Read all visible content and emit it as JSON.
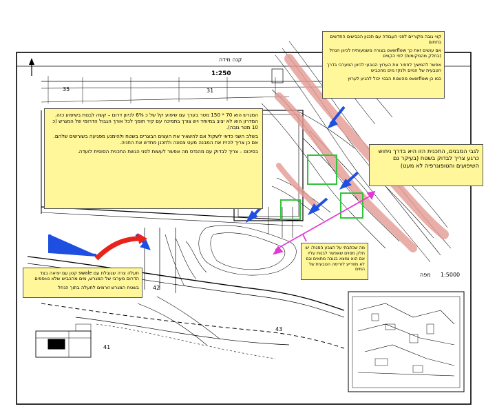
{
  "labels": {
    "title_top_right": "1:250",
    "title_top_mirrored": "קנה מידה",
    "scale_bottom": "1:5000",
    "scale_bottom_word": "מפה",
    "tag_35": "35",
    "tag_31": "31",
    "tag_42": "42",
    "tag_43": "43",
    "tag_41": "41"
  },
  "notes": {
    "top_right": [
      "קווי גובה מקוריים לפני העבודה עם תכנון הכבישים החדשים בתחום",
      "אם עושים זאת כך overflow בצורה משמעותית לכיוון הנחל (בחלק מהמקומות) לפי הקווים",
      "אפשר להמשיך לחפור את הערוץ הטבעי לכיוון המערבי בדרך הטבעית של המים ולנקז מים מהכביש",
      "כמו כן overflow מהשטח הבנוי יכול להגיע לערוץ"
    ],
    "main": [
      "המגרש הוא 70 * 150 מטר בערך עם שיפוע קל של כ 6% לכיוון דרום – קשה לבנות בשיפוע כזה. המדרון הוא לא יציב במיוחד ויש צורך בתמיכה עם קיר תומך לכל אורך הגבול הדרומי של המגרש (כ 10 מטר גובה).",
      "בשלב השני כדאי לשקול אם להשאיר את העצים הבוגרים בשטח ולהימנע מפגיעה בשורשים שלהם. אם כן צריך להזיז את המבנה מעט צפונה ולתכנן מחדש את החניה.",
      "בסיכום – צריך לבדוק עם מהנדס מה אפשר לעשות לפני הגשת התכנית הסופית לועדה."
    ],
    "right": [
      "לגבי המבנים, התכנית הזו היא בדרך ניחוש כרגע צריך לבדוק בשטח (בעיקר גם השיפועים והטופוגרפיה לא מעט)"
    ],
    "bottom_left": [
      "תעלה צרה שגובלת עם swale קטן עם יציאה בצד הדרום מערבי של המגרש, מים מהכביש שלא נאספים",
      "בשטח המגרש זורמים לתעלה בתוך הנחל"
    ],
    "bottom_center": [
      "מה שכתבתי על הצבע הסגול: יש חלק מסוים שאפשר לבנות עליו אם הוא נמצא בגובה מתאים וגם לא מפריע לזרימה הטבעית של המים"
    ]
  },
  "colors": {
    "note_fill": "#fff79a",
    "arrow_blue": "#1f4fe0",
    "arrow_red": "#e8231a",
    "zone_green": "#31c33a",
    "line_magenta": "#e03ad6",
    "hazard_pink": "#e59a93",
    "line_black": "#000000"
  }
}
